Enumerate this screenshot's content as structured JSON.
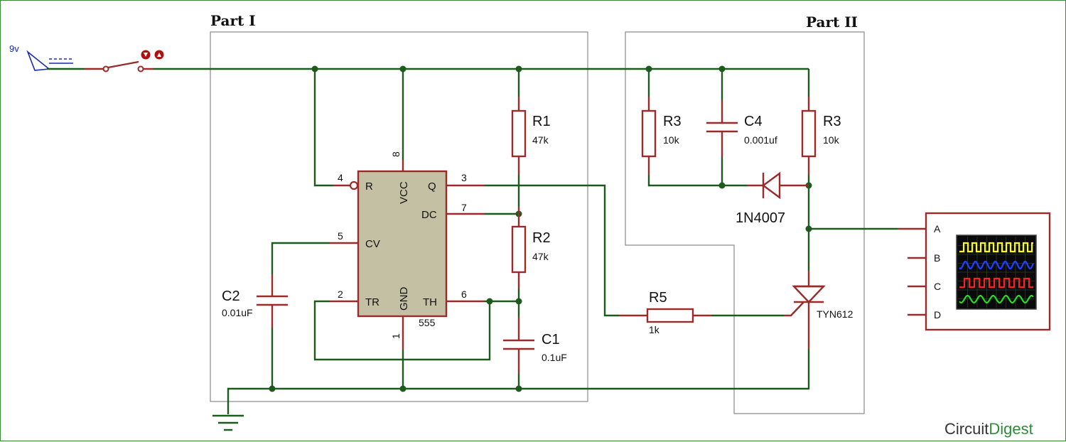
{
  "parts": {
    "part1": "Part I",
    "part2": "Part II"
  },
  "source": {
    "voltage": "9v"
  },
  "ic": {
    "name": "555",
    "pins": {
      "p4": "4",
      "p8": "8",
      "p3": "3",
      "p7": "7",
      "p5": "5",
      "p2": "2",
      "p6": "6",
      "p1": "1",
      "R": "R",
      "VCC": "VCC",
      "Q": "Q",
      "DC": "DC",
      "CV": "CV",
      "TR": "TR",
      "GND": "GND",
      "TH": "TH"
    }
  },
  "components": {
    "R1": {
      "label": "R1",
      "value": "47k"
    },
    "R2": {
      "label": "R2",
      "value": "47k"
    },
    "C1": {
      "label": "C1",
      "value": "0.1uF"
    },
    "C2": {
      "label": "C2",
      "value": "0.01uF"
    },
    "R3a": {
      "label": "R3",
      "value": "10k"
    },
    "C4": {
      "label": "C4",
      "value": "0.001uf"
    },
    "R3b": {
      "label": "R3",
      "value": "10k"
    },
    "D1": {
      "label": "1N4007"
    },
    "R5": {
      "label": "R5",
      "value": "1k"
    },
    "SCR": {
      "label": "TYN612"
    }
  },
  "scope": {
    "channels": [
      "A",
      "B",
      "C",
      "D"
    ],
    "colors": [
      "#ffff00",
      "#2040ff",
      "#ff2020",
      "#20e020"
    ]
  },
  "brand": {
    "part1": "Circuit",
    "part2": "Digest"
  },
  "colors": {
    "wire": "#1e5a1e",
    "component": "#9b2a2a"
  }
}
